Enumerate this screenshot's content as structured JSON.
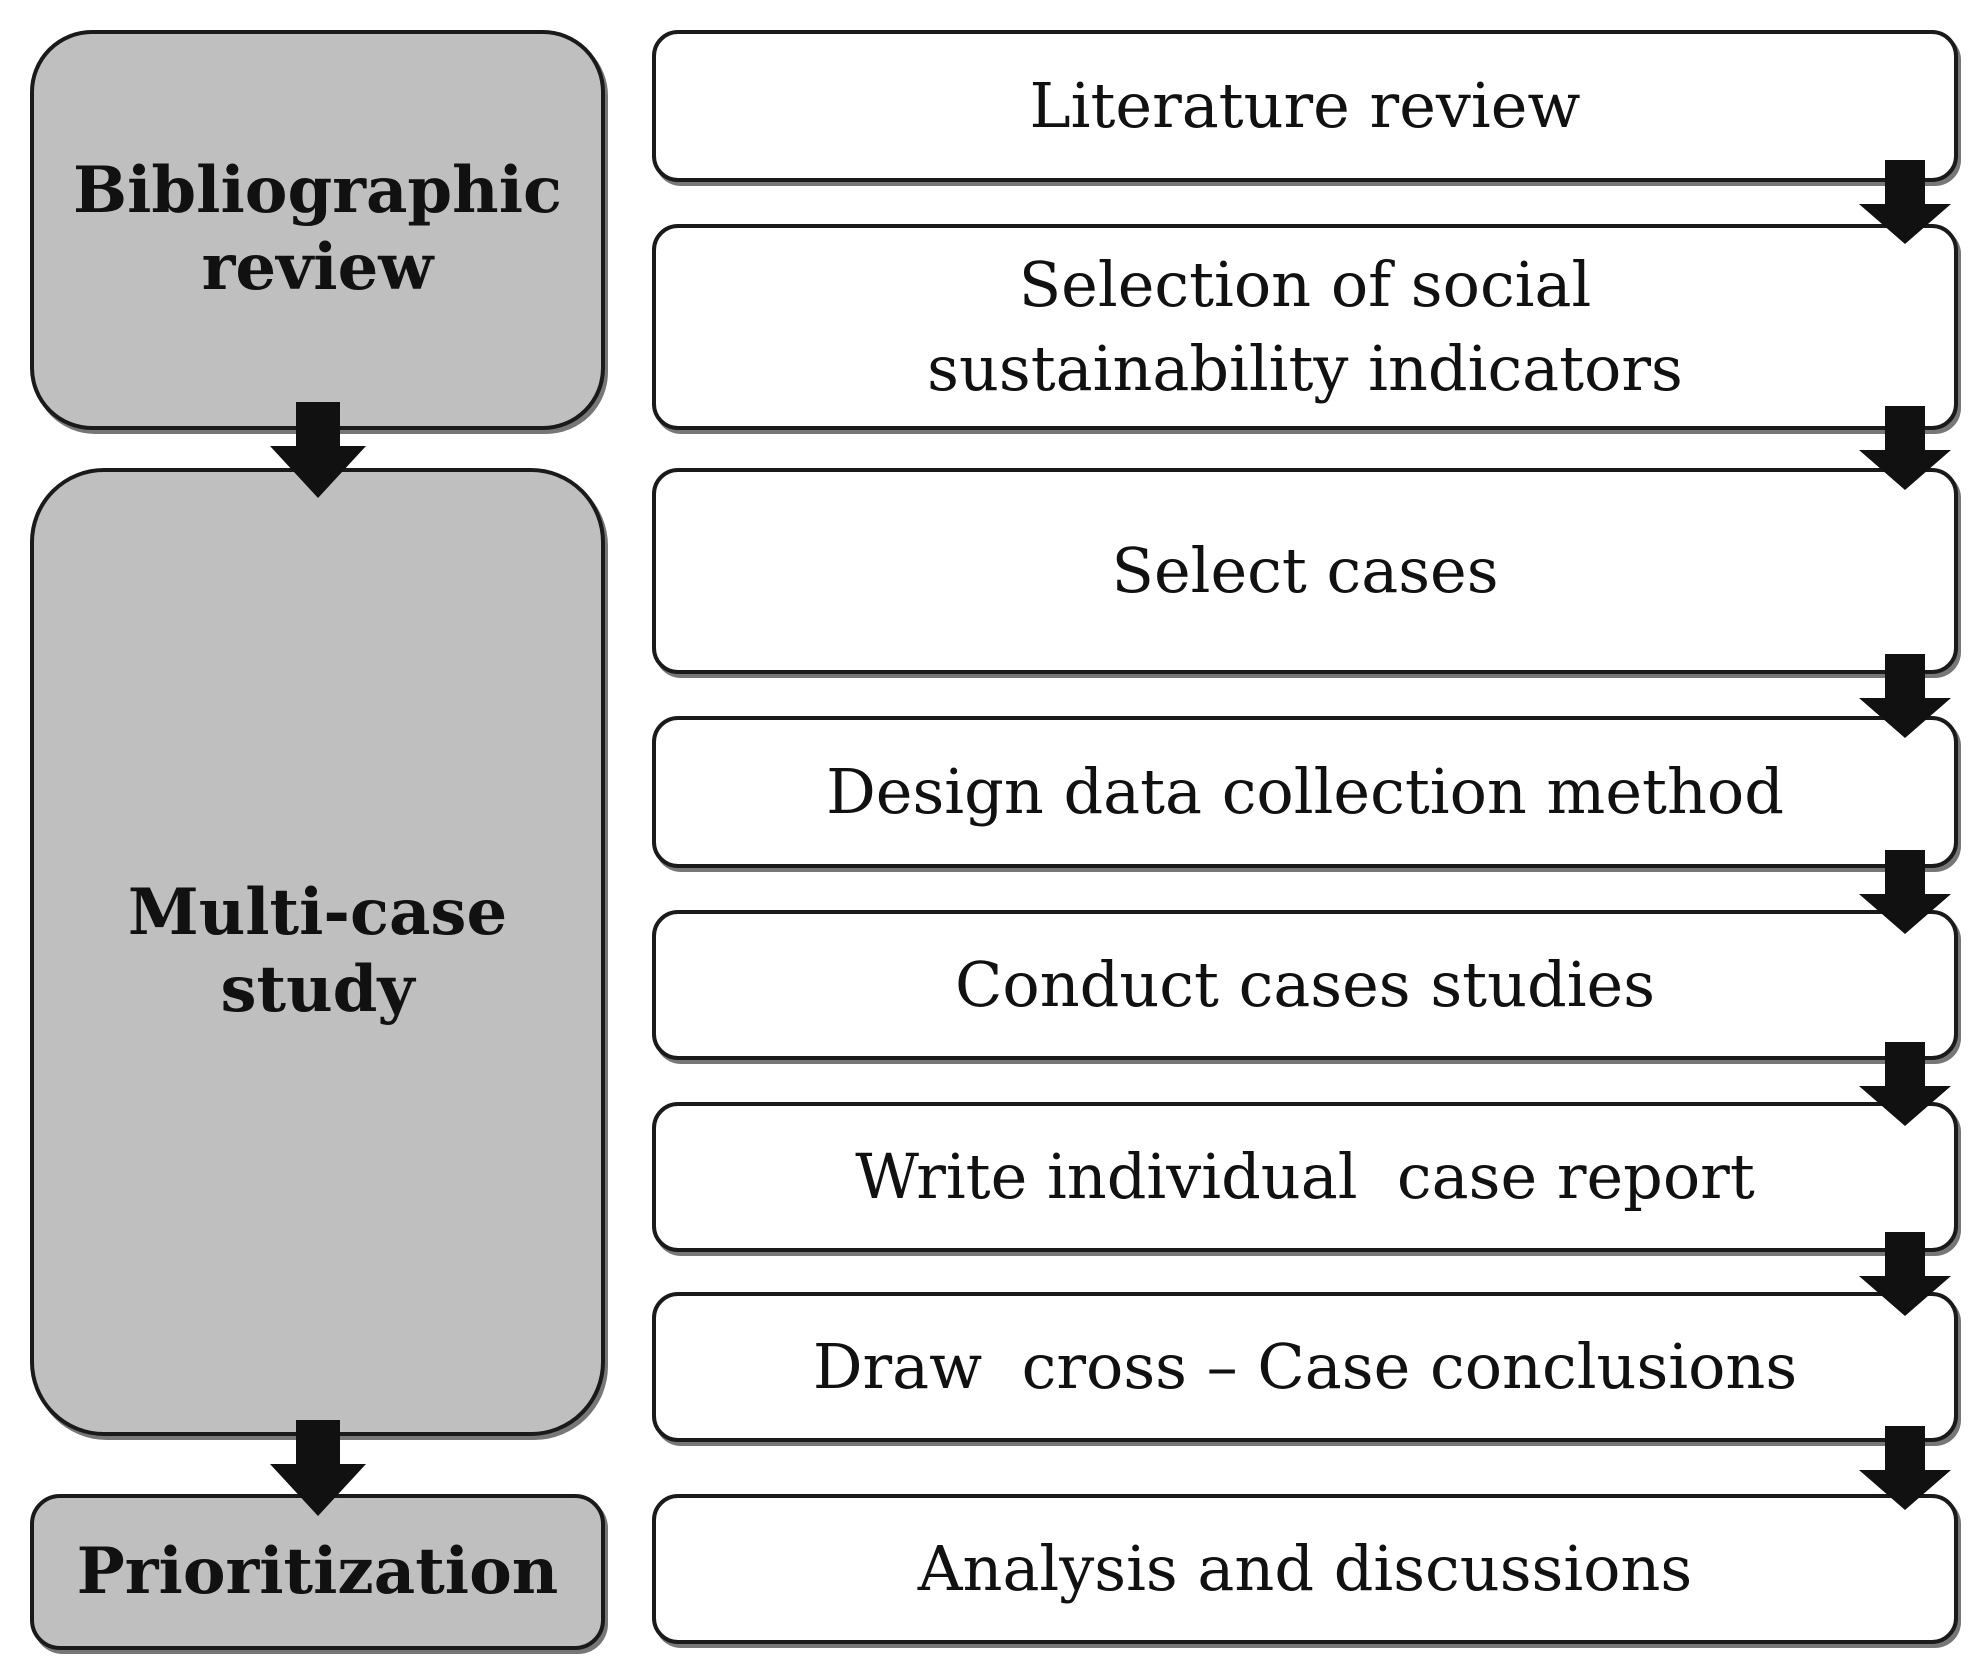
{
  "phases": [
    {
      "label": "Bibliographic review"
    },
    {
      "label": "Multi-case study"
    },
    {
      "label": "Prioritization"
    }
  ],
  "steps": [
    {
      "label": "Literature review"
    },
    {
      "label": "Selection of social sustainability indicators"
    },
    {
      "label": "Select cases"
    },
    {
      "label": "Design data collection method"
    },
    {
      "label": "Conduct cases studies"
    },
    {
      "label": "Write individual  case report"
    },
    {
      "label": "Draw  cross – Case conclusions"
    },
    {
      "label": "Analysis and discussions"
    }
  ],
  "colors": {
    "phase_fill": "#bfbfbf",
    "step_fill": "#ffffff",
    "border": "#1a1a1a",
    "arrow": "#111111"
  }
}
